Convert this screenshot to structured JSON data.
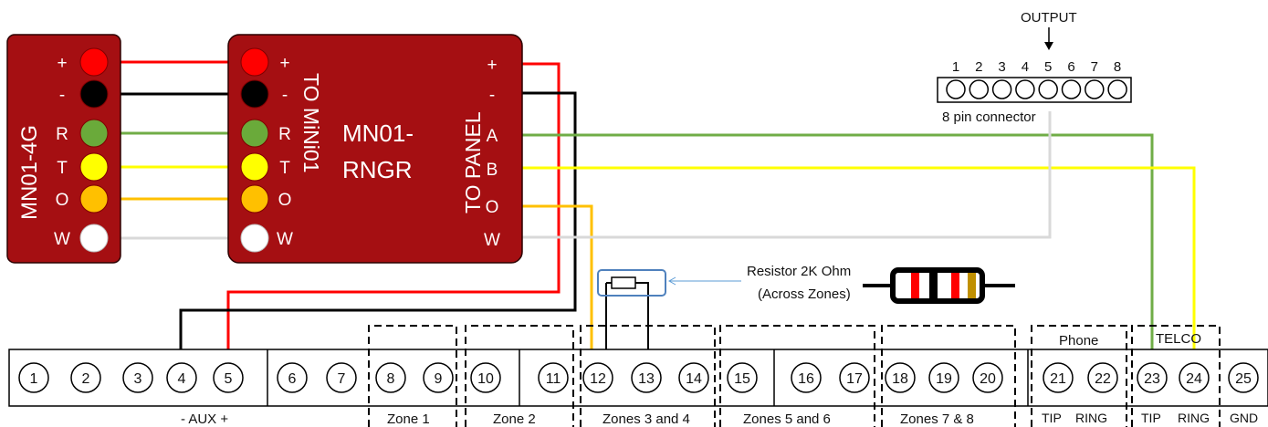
{
  "modules": {
    "left_module": {
      "name": "MN01-4G",
      "color": "#a50f12"
    },
    "mid_module": {
      "name_line1": "MN01-",
      "name_line2": "RNGR",
      "side_left": "TO MiNi01",
      "side_right": "TO PANEL",
      "color": "#a50f12"
    }
  },
  "pins": {
    "labels": [
      "+",
      "-",
      "R",
      "T",
      "O",
      "W"
    ],
    "colors": [
      "#ff0000",
      "#000000",
      "#6aaa3a",
      "#ffff00",
      "#ffc000",
      "#ffffff"
    ],
    "panel_labels": [
      "+",
      "-",
      "A",
      "B",
      "O",
      "W"
    ]
  },
  "wires": {
    "red": "#ff0000",
    "black": "#000000",
    "green": "#70ad47",
    "yellow": "#ffff00",
    "orange": "#ffc000",
    "white": "#d9d9d9"
  },
  "connector": {
    "output_label": "OUTPUT",
    "pin_numbers": [
      "1",
      "2",
      "3",
      "4",
      "5",
      "6",
      "7",
      "8"
    ],
    "caption": "8 pin connector"
  },
  "resistor": {
    "label_line1": "Resistor 2K Ohm",
    "label_line2": "(Across Zones)",
    "band_colors": [
      "#ff0000",
      "#000000",
      "#ff0000",
      "#c09000"
    ]
  },
  "terminal": {
    "numbers": [
      "1",
      "2",
      "3",
      "4",
      "5",
      "6",
      "7",
      "8",
      "9",
      "10",
      "11",
      "12",
      "13",
      "14",
      "15",
      "16",
      "17",
      "18",
      "19",
      "20",
      "21",
      "22",
      "23",
      "24",
      "25"
    ],
    "aux_label": "- AUX +",
    "zone_labels": [
      "Zone 1",
      "Zone 2",
      "Zones 3 and 4",
      "Zones 5 and 6",
      "Zones 7 & 8"
    ],
    "phone_label": "Phone",
    "telco_label": "TELCO",
    "bottom_labels": [
      "TIP",
      "RING",
      "TIP",
      "RING",
      "GND"
    ]
  }
}
